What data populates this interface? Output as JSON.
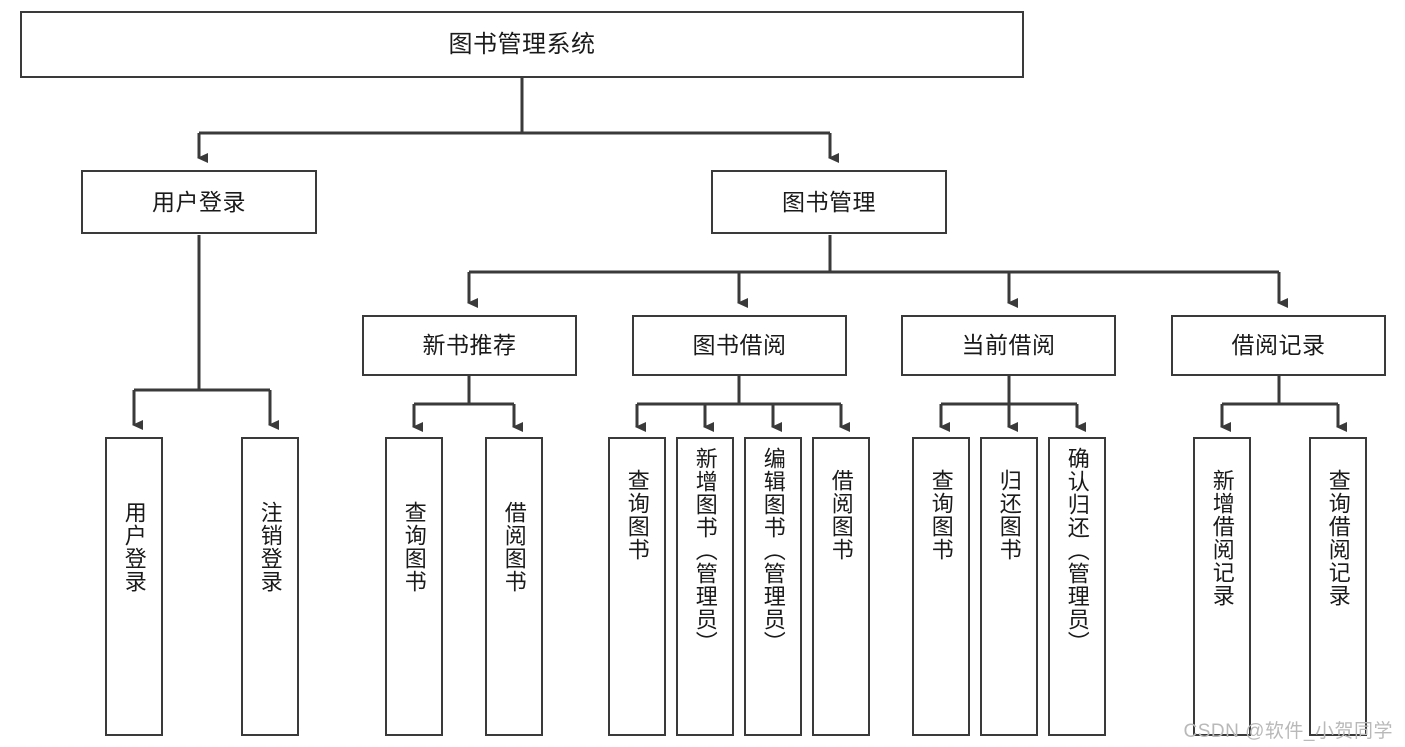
{
  "diagram": {
    "title": "图书管理系统",
    "type": "hierarchy-tree",
    "root": {
      "label": "图书管理系统"
    },
    "level2": [
      {
        "label": "用户登录"
      },
      {
        "label": "图书管理"
      }
    ],
    "level3": [
      {
        "label": "新书推荐"
      },
      {
        "label": "图书借阅"
      },
      {
        "label": "当前借阅"
      },
      {
        "label": "借阅记录"
      }
    ],
    "leaves": {
      "user_login": [
        {
          "label": "用户登录"
        },
        {
          "label": "注销登录"
        }
      ],
      "new_book_recommend": [
        {
          "label": "查询图书"
        },
        {
          "label": "借阅图书"
        }
      ],
      "book_borrow": [
        {
          "label": "查询图书"
        },
        {
          "label": "新增图书（管理员）"
        },
        {
          "label": "编辑图书（管理员）"
        },
        {
          "label": "借阅图书"
        }
      ],
      "current_borrow": [
        {
          "label": "查询图书"
        },
        {
          "label": "归还图书"
        },
        {
          "label": "确认归还（管理员）"
        }
      ],
      "borrow_record": [
        {
          "label": "新增借阅记录"
        },
        {
          "label": "查询借阅记录"
        }
      ]
    }
  },
  "watermark": {
    "text": "CSDN @软件_小贺同学"
  },
  "colors": {
    "box_border": "#3a3a3a",
    "box_fill": "#ffffff",
    "line": "#3a3a3a",
    "text": "#1a1a1a",
    "watermark": "#b9b9b9",
    "background": "#ffffff"
  }
}
